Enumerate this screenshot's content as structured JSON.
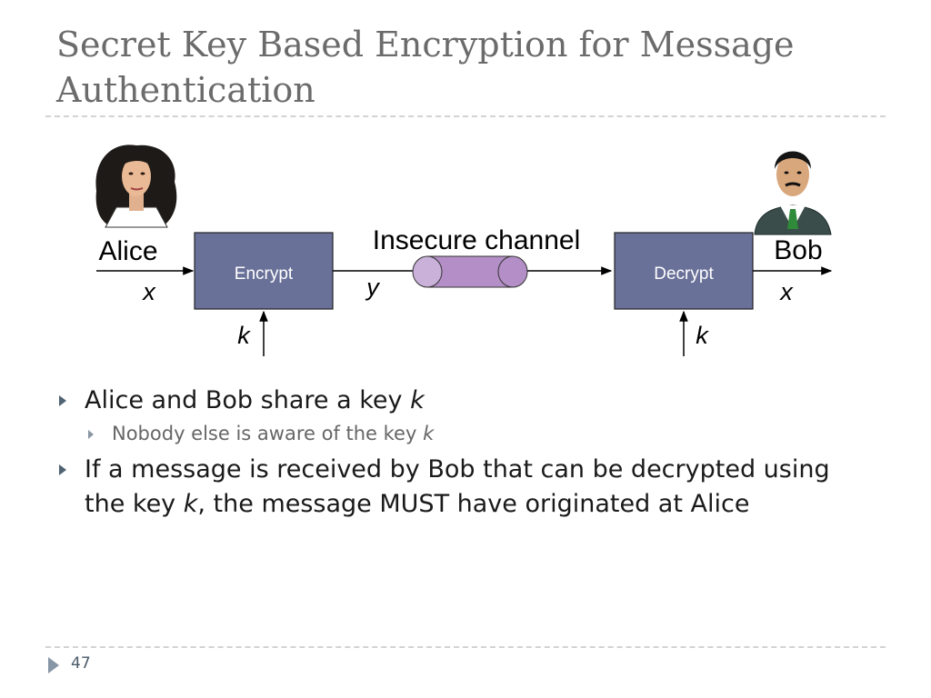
{
  "slide": {
    "title": "Secret Key Based Encryption for Message Authentication",
    "number": "47"
  },
  "diagram": {
    "alice": "Alice",
    "bob": "Bob",
    "encrypt": "Encrypt",
    "decrypt": "Decrypt",
    "channel": "Insecure channel",
    "plaintext_in": "x",
    "plaintext_out": "x",
    "ciphertext": "y",
    "key_left": "k",
    "key_right": "k"
  },
  "bullets": [
    {
      "pre": "Alice and Bob share a key ",
      "var": "k",
      "post": ""
    },
    {
      "pre": "Nobody else is aware of the key ",
      "var": "k",
      "post": ""
    },
    {
      "pre": "If a message is received by Bob that can be decrypted using the key ",
      "var": "k",
      "post": ", the message MUST have originated at Alice"
    }
  ]
}
